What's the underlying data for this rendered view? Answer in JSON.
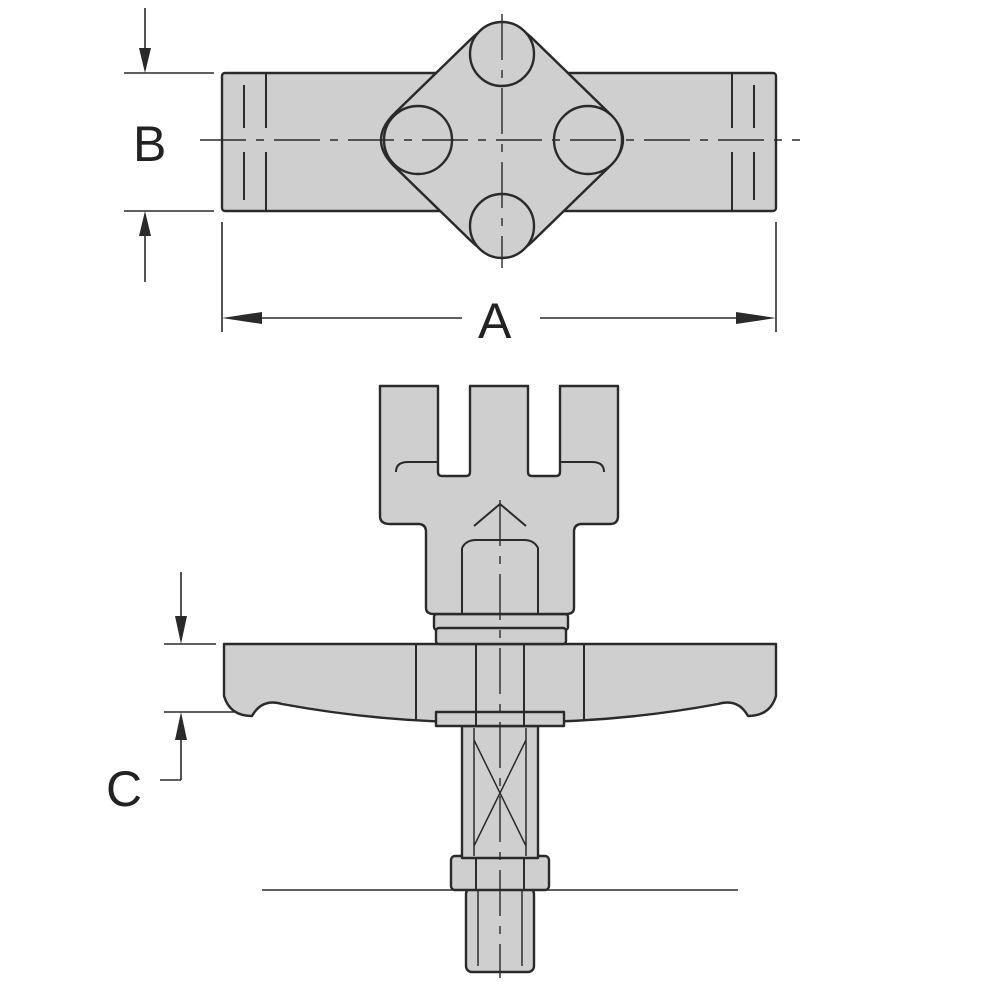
{
  "dimensions": {
    "a_label": "A",
    "b_label": "B",
    "c_label": "C"
  },
  "colors": {
    "part_fill": "#cfcfcf",
    "outline": "#2a2a2a",
    "background": "#ffffff"
  }
}
